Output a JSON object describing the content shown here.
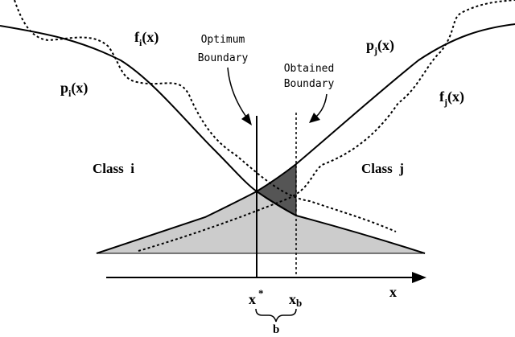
{
  "labels": {
    "optimum_line1": "Optimum",
    "optimum_line2": "Boundary",
    "obtained_line1": "Obtained",
    "obtained_line2": "Boundary",
    "class_i": "Class  i",
    "class_j": "Class  j",
    "axis_x": "x",
    "x_star_base": "x",
    "x_star_sup": "*",
    "x_b_base": "x",
    "x_b_sub": "b",
    "b_label": "b",
    "p_i": {
      "base": "p",
      "sub": "i",
      "arg": "(x)"
    },
    "p_j": {
      "base": "p",
      "sub": "j",
      "arg": "(x)"
    },
    "f_i": {
      "base": "f",
      "sub": "i",
      "arg": "(x)"
    },
    "f_j": {
      "base": "f",
      "sub": "j",
      "arg": "(x)"
    }
  },
  "colors": {
    "light_region": "#cccccc",
    "dark_region": "#555555",
    "line": "#000000"
  }
}
